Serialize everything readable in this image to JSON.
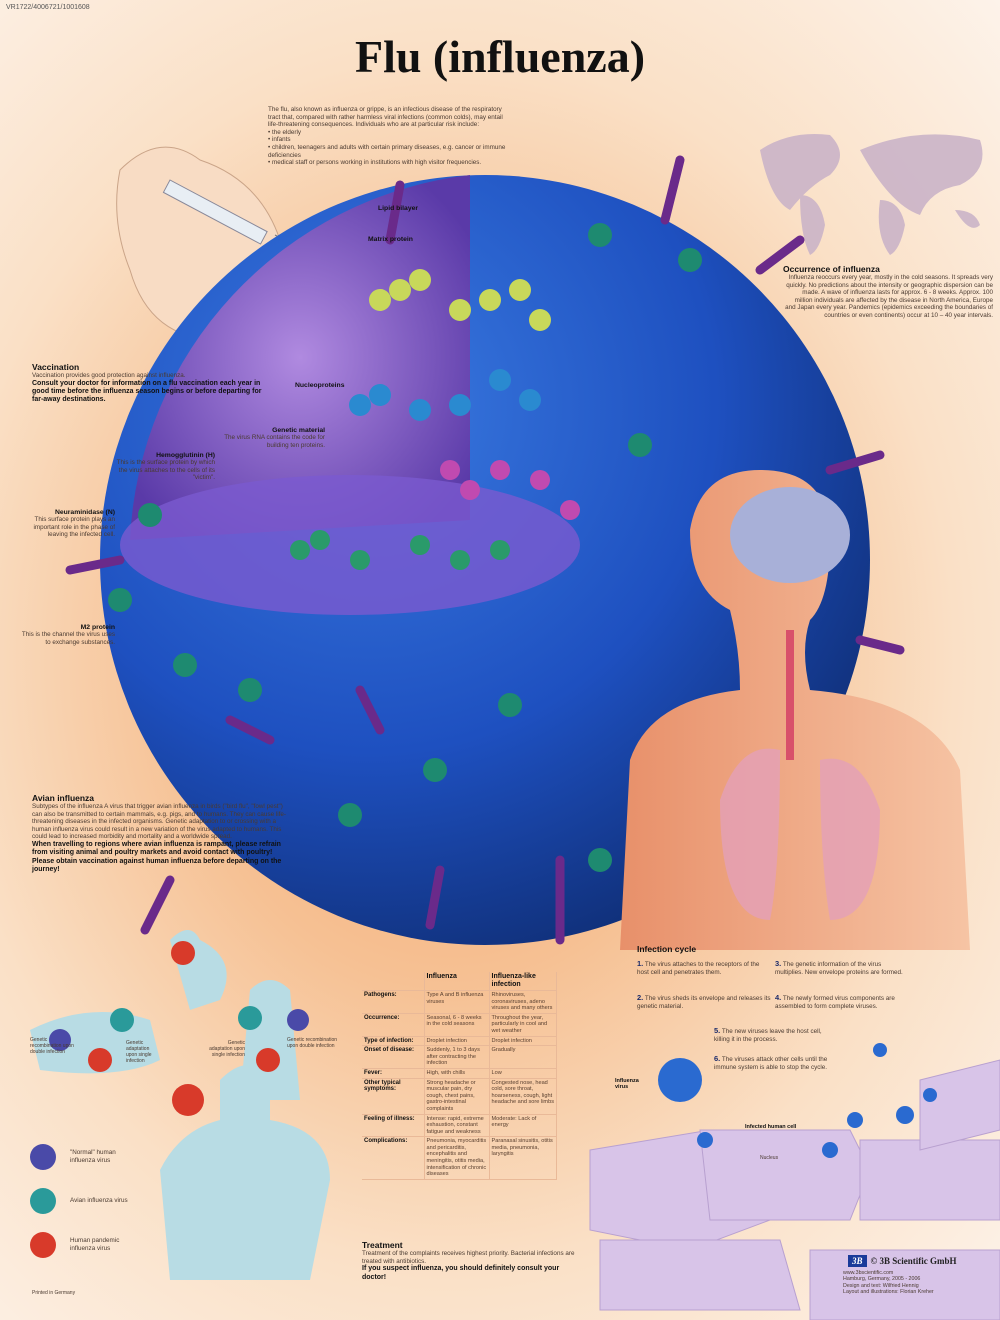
{
  "code": "VR1722/4006721/1001608",
  "title": "Flu (influenza)",
  "intro": {
    "text": "The flu, also known as influenza or grippe, is an infectious disease of the respiratory tract that, compared with rather harmless viral infections (common colds), may entail life-threatening consequences. Individuals who are at particular risk include:",
    "risk": [
      "the elderly",
      "infants",
      "children, teenagers and adults with certain primary diseases, e.g. cancer or immune deficiencies",
      "medical staff or persons working in institutions with high visitor frequencies."
    ]
  },
  "occurrence": {
    "heading": "Occurrence of influenza",
    "text": "Influenza reoccurs every year, mostly in the cold seasons. It spreads very quickly. No predictions about the intensity or geographic dispersion can be made. A wave of influenza lasts for approx. 6 - 8 weeks. Approx. 100 million individuals are affected by the disease in North America, Europe and Japan every year. Pandemics (epidemics exceeding the boundaries of countries or even continents) occur at 10 – 40 year intervals."
  },
  "vaccination": {
    "heading": "Vaccination",
    "text": "Vaccination provides good protection against influenza.",
    "bold": "Consult your doctor for information on a flu vaccination each year in good time before the influenza season begins or before departing for far-away destinations."
  },
  "labels": {
    "lipid": "Lipid bilayer",
    "matrix": "Matrix protein",
    "nucleo": "Nucleoproteins",
    "genetic": "Genetic material",
    "genetic_text": "The virus RNA contains the code for building ten proteins.",
    "hema": "Hemogglutinin (H)",
    "hema_text": "This is the surface protein by which the virus attaches to the cells of its \"victim\".",
    "neura": "Neuraminidase (N)",
    "neura_text": "This surface protein plays an important role in the phase of leaving the infected cell.",
    "m2": "M2 protein",
    "m2_text": "This is the channel the virus uses to exchange substances."
  },
  "avian": {
    "heading": "Avian influenza",
    "text": "Subtypes of the influenza A virus that trigger avian influenza in birds (\"bird flu\", \"fowl pest\") can also be transmitted to certain mammals, e.g. pigs, and to humans. They can cause life-threatening diseases in the infected organisms. Genetic adaptation to or crossing with a human influenza virus could result in a new variation of the virus adapted to humans. This could lead to increased morbidity and mortality and a worldwide spread.",
    "bold": "When travelling to regions where avian influenza is rampant, please refrain from visiting animal and poultry markets and avoid contact with poultry! Please obtain vaccination against human influenza before departing on the journey!"
  },
  "avian_diagram": {
    "recomb1": "Genetic recombination upon double infection",
    "adapt1": "Genetic adaptation upon single infection",
    "adapt2": "Genetic adaptation upon single infection",
    "recomb2": "Genetic recombination upon double infection"
  },
  "legend": [
    {
      "label": "\"Normal\" human influenza virus",
      "color": "#4a4aa8"
    },
    {
      "label": "Avian influenza virus",
      "color": "#2a9a9a"
    },
    {
      "label": "Human pandemic influenza virus",
      "color": "#d83a2a"
    }
  ],
  "table": {
    "headers": [
      "",
      "Influenza",
      "Influenza-like infection"
    ],
    "rows": [
      [
        "Pathogens:",
        "Type A and B influenza viruses",
        "Rhinoviruses, coronaviruses, adeno viruses and many others"
      ],
      [
        "Occurrence:",
        "Seasonal, 6 - 8 weeks in the cold seasons",
        "Throughout the year, particularly in cool and wet weather"
      ],
      [
        "Type of infection:",
        "Droplet infection",
        "Droplet infection"
      ],
      [
        "Onset of disease:",
        "Suddenly, 1 to 3 days after contracting the infection",
        "Gradually"
      ],
      [
        "Fever:",
        "High, with chills",
        "Low"
      ],
      [
        "Other typical symptoms:",
        "Strong headache or muscular pain, dry cough, chest pains, gastro-intestinal complaints",
        "Congested nose, head cold, sore throat, hoarseness, cough, light headache and sore limbs"
      ],
      [
        "Feeling of illness:",
        "Intense: rapid, extreme exhaustion, constant fatigue and weakness",
        "Moderate: Lack of energy"
      ],
      [
        "Complications:",
        "Pneumonia, myocarditis and pericarditis, encephalitis and meningitis, otitis media, intensification of chronic diseases",
        "Paranasal sinusitis, otitis media, pneumonia, laryngitis"
      ]
    ]
  },
  "cycle": {
    "heading": "Infection cycle",
    "steps": [
      {
        "n": "1.",
        "t": "The virus attaches to the receptors of the host cell and penetrates them."
      },
      {
        "n": "2.",
        "t": "The virus sheds its envelope and releases its genetic material."
      },
      {
        "n": "3.",
        "t": "The genetic information of the virus multiplies. New envelope proteins are formed."
      },
      {
        "n": "4.",
        "t": "The newly formed virus components are assembled to form complete viruses."
      },
      {
        "n": "5.",
        "t": "The new viruses leave the host cell, killing it in the process."
      },
      {
        "n": "6.",
        "t": "The viruses attack other cells until the immune system is able to stop the cycle."
      }
    ],
    "virus_label": "Influenza virus",
    "cell_label": "Infected human cell",
    "nucleus": "Nucleus"
  },
  "treatment": {
    "heading": "Treatment",
    "text": "Treatment of the complaints receives highest priority. Bacterial infections are treated with antibiotics.",
    "bold": "If you suspect influenza, you should definitely consult your doctor!"
  },
  "footer": {
    "brand": "© 3B Scientific GmbH",
    "logo": "3B",
    "url": "www.3bscientific.com",
    "place": "Hamburg, Germany, 2005 - 2006",
    "design": "Design and text: Wilfried Hennig",
    "layout": "Layout and illustrations: Florian Kreher",
    "printed": "Printed in Germany"
  }
}
